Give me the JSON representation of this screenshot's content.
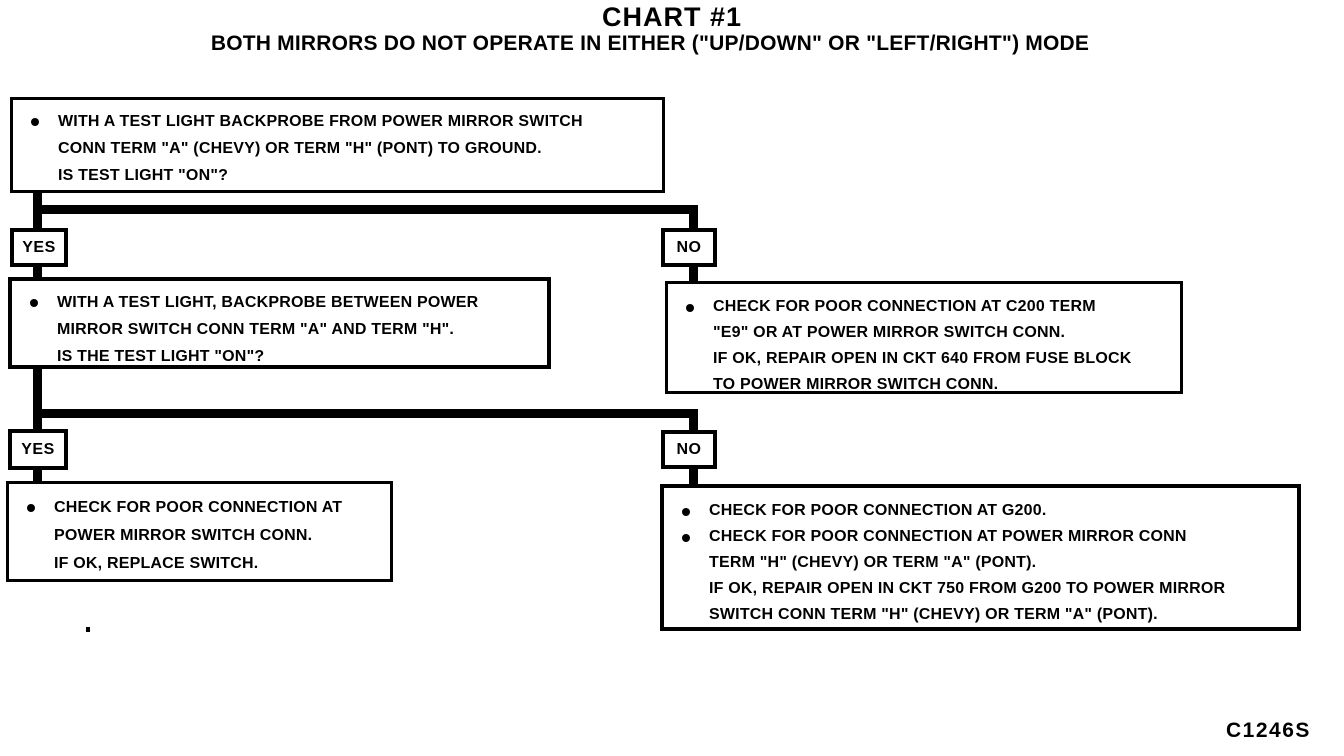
{
  "header": {
    "title": "CHART #1",
    "subtitle": "BOTH MIRRORS DO NOT OPERATE IN EITHER (\"UP/DOWN\" OR \"LEFT/RIGHT\") MODE"
  },
  "decisions": {
    "yes": "YES",
    "no": "NO"
  },
  "boxes": {
    "q1": {
      "bullets": [
        {
          "lines": [
            "WITH A TEST LIGHT BACKPROBE FROM POWER MIRROR SWITCH",
            "CONN TERM \"A\" (CHEVY) OR TERM \"H\" (PONT) TO GROUND.",
            "IS TEST LIGHT \"ON\"?"
          ]
        }
      ]
    },
    "q2": {
      "bullets": [
        {
          "lines": [
            "WITH A TEST LIGHT, BACKPROBE  BETWEEN POWER",
            "MIRROR SWITCH CONN TERM \"A\" AND TERM \"H\".",
            "IS THE TEST LIGHT \"ON\"?"
          ]
        }
      ]
    },
    "action_no1": {
      "bullets": [
        {
          "lines": [
            "CHECK FOR POOR CONNECTION AT C200 TERM",
            "\"E9\" OR AT POWER MIRROR SWITCH CONN.",
            "IF OK, REPAIR OPEN IN CKT 640 FROM FUSE BLOCK",
            "TO POWER MIRROR SWITCH CONN."
          ]
        }
      ]
    },
    "action_yes2": {
      "bullets": [
        {
          "lines": [
            "CHECK FOR POOR CONNECTION AT",
            "POWER MIRROR SWITCH CONN.",
            "IF OK, REPLACE SWITCH."
          ]
        }
      ]
    },
    "action_no2": {
      "bullets": [
        {
          "lines": [
            "CHECK FOR POOR CONNECTION AT G200."
          ]
        },
        {
          "lines": [
            "CHECK FOR POOR CONNECTION AT POWER MIRROR CONN",
            "TERM \"H\" (CHEVY) OR TERM \"A\" (PONT).",
            "IF OK, REPAIR OPEN IN CKT 750 FROM G200 TO POWER MIRROR",
            "SWITCH CONN TERM \"H\" (CHEVY) OR TERM \"A\" (PONT)."
          ]
        }
      ]
    }
  },
  "footer": {
    "code": "C1246S"
  },
  "colors": {
    "ink": "#000000",
    "paper": "#ffffff"
  }
}
